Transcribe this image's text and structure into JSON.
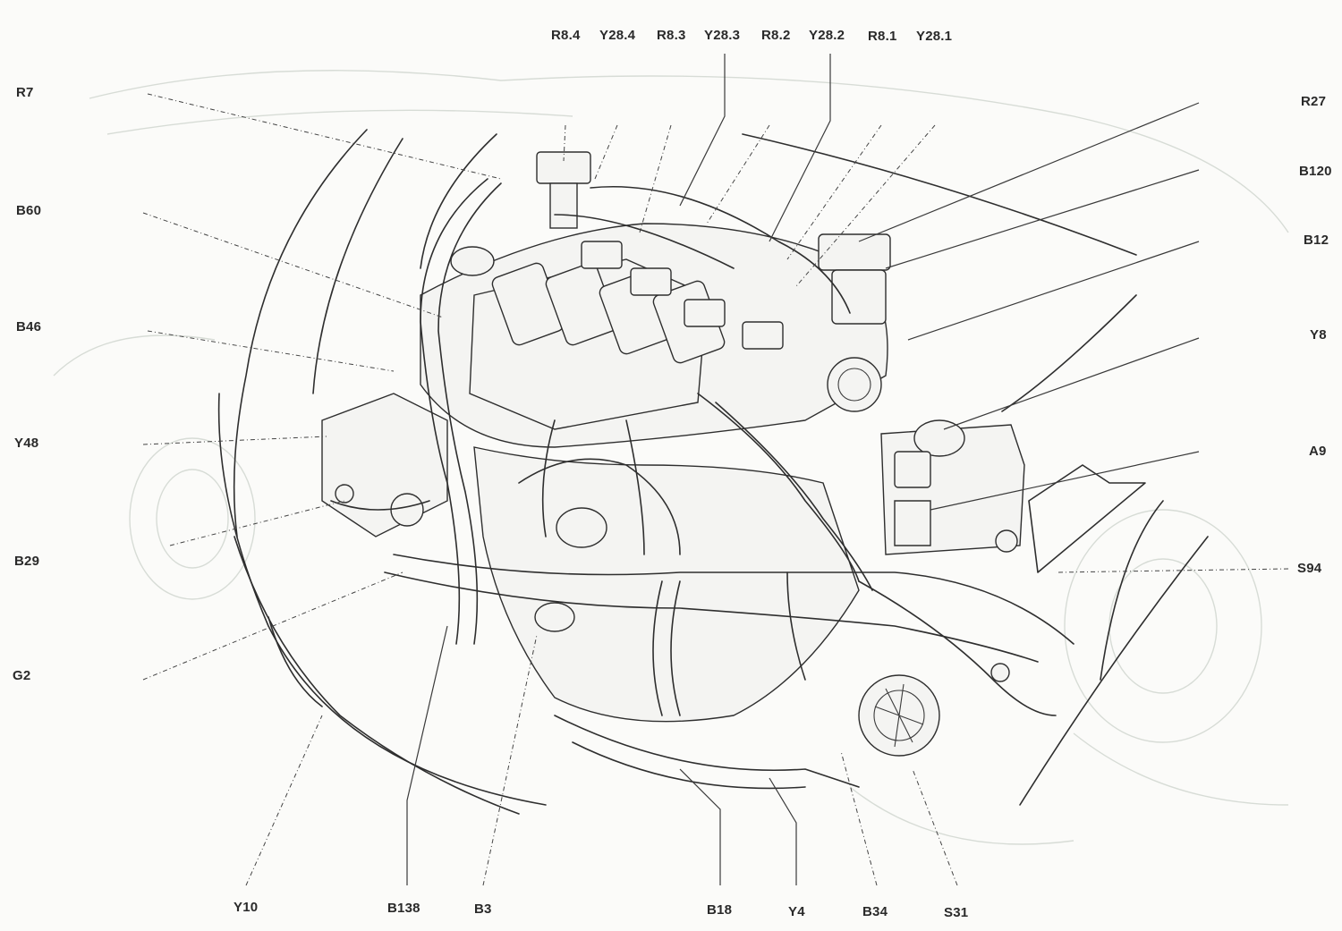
{
  "diagram": {
    "labels": {
      "top": [
        "R8.4",
        "Y28.4",
        "R8.3",
        "Y28.3",
        "R8.2",
        "Y28.2",
        "R8.1",
        "Y28.1"
      ],
      "left": [
        "R7",
        "B60",
        "B46",
        "Y48",
        "B29",
        "G2"
      ],
      "right": [
        "R27",
        "B120",
        "B12",
        "Y8",
        "A9",
        "S94"
      ],
      "bottom": [
        "Y10",
        "B138",
        "B3",
        "B18",
        "Y4",
        "B34",
        "S31"
      ]
    },
    "colors": {
      "ink": "#2e2e2e",
      "faint_body": "#d7dcd6",
      "paper": "#fbfbf9"
    }
  }
}
